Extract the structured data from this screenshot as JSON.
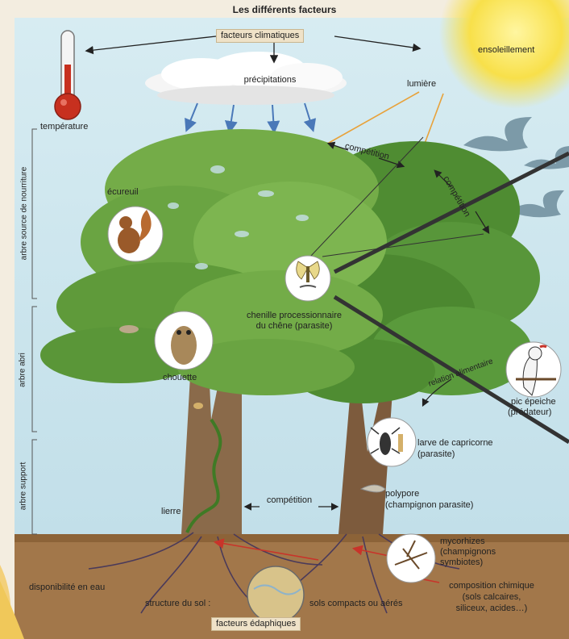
{
  "title": "Les différents facteurs",
  "top": {
    "climatic": "facteurs climatiques",
    "precip": "précipitations",
    "light": "lumière",
    "sun": "ensoleillement",
    "temperature": "température"
  },
  "side": {
    "food": "arbre source de nourriture",
    "shelter": "arbre abri",
    "support": "arbre support"
  },
  "animals": {
    "squirrel": "écureuil",
    "owl": "chouette",
    "caterpillar_1": "chenille processionnaire",
    "caterpillar_2": "du chêne (parasite)",
    "woodpecker_1": "pic épeiche",
    "woodpecker_2": "(prédateur)",
    "relation": "relation alimentaire",
    "beetle_1": "larve de capricorne",
    "beetle_2": "(parasite)",
    "polypore_1": "polypore",
    "polypore_2": "(champignon parasite)",
    "myco_1": "mycorhizes",
    "myco_2": "(champignons",
    "myco_3": "symbiotes)",
    "ivy": "lierre"
  },
  "competition": {
    "c1": "compétition",
    "c2": "compétition",
    "trunks": "compétition"
  },
  "soil": {
    "water": "disponibilité en eau",
    "structure": "structure du sol :",
    "compact": "sols compacts ou aérés",
    "chem_1": "composition chimique",
    "chem_2": "(sols calcaires,",
    "chem_3": "siliceux, acides…)",
    "edaphic": "facteurs édaphiques"
  },
  "colors": {
    "sky": "#cfe6ee",
    "sun": "#f7e24a",
    "soil": "#a2774a",
    "foliage": "#5f9a3a",
    "trunk": "#8a6a4a",
    "arrow_climate": "#4a78b8",
    "arrow_light": "#e8a23a"
  }
}
